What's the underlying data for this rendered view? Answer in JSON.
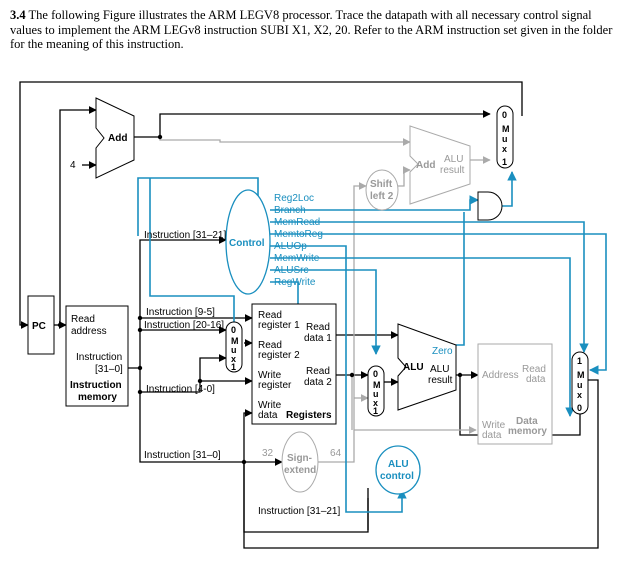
{
  "question": {
    "number": "3.4",
    "text": "The following Figure illustrates the ARM LEGV8 processor. Trace the datapath with all necessary control signal values to implement the ARM LEGv8 instruction SUBI X1, X2, 20. Refer to the ARM instruction set given in the folder for the meaning of this instruction."
  },
  "colors": {
    "control": "#1a8fbf",
    "inactive": "#aaaaaa",
    "data": "#000000"
  },
  "diagram": {
    "pc": "PC",
    "add_top": "Add",
    "const_four": "4",
    "add_branch": "Add",
    "alu_result_top": "ALU",
    "alu_result_bottom": "result",
    "shift_left_top": "Shift",
    "shift_left_bottom": "left 2",
    "control": "Control",
    "control_signals": [
      "Reg2Loc",
      "Branch",
      "MemRead",
      "MemtoReg",
      "ALUOp",
      "MemWrite",
      "ALUSrc",
      "RegWrite"
    ],
    "imem_read": "Read",
    "imem_address": "address",
    "imem_instruction": "Instruction",
    "imem_bits": "[31–0]",
    "imem_title1": "Instruction",
    "imem_title2": "memory",
    "instr_31_21": "Instruction [31–21]",
    "instr_9_5": "Instruction [9-5]",
    "instr_20_16": "Instruction [20-16]",
    "instr_4_0": "Instruction [4-0]",
    "instr_31_0": "Instruction [31–0]",
    "instr_31_21_bottom": "Instruction [31–21]",
    "reg_read_register1_a": "Read",
    "reg_read_register1_b": "register 1",
    "reg_read_data1_a": "Read",
    "reg_read_data1_b": "data 1",
    "reg_read_register2_a": "Read",
    "reg_read_register2_b": "register 2",
    "reg_write_register_a": "Write",
    "reg_write_register_b": "register",
    "reg_read_data2_a": "Read",
    "reg_read_data2_b": "data 2",
    "reg_write_data_a": "Write",
    "reg_write_data_b": "data",
    "reg_title": "Registers",
    "bits_32": "32",
    "bits_64": "64",
    "sign_extend_a": "Sign-",
    "sign_extend_b": "extend",
    "alu": "ALU",
    "zero": "Zero",
    "alu_alu": "ALU",
    "alu_result": "result",
    "alu_control_a": "ALU",
    "alu_control_b": "control",
    "dmem_address": "Address",
    "dmem_read_a": "Read",
    "dmem_read_b": "data",
    "dmem_write_a": "Write",
    "dmem_write_b": "data",
    "dmem_title_a": "Data",
    "dmem_title_b": "memory",
    "mux_word": [
      "M",
      "u",
      "x"
    ],
    "mux_0": "0",
    "mux_1": "1"
  }
}
